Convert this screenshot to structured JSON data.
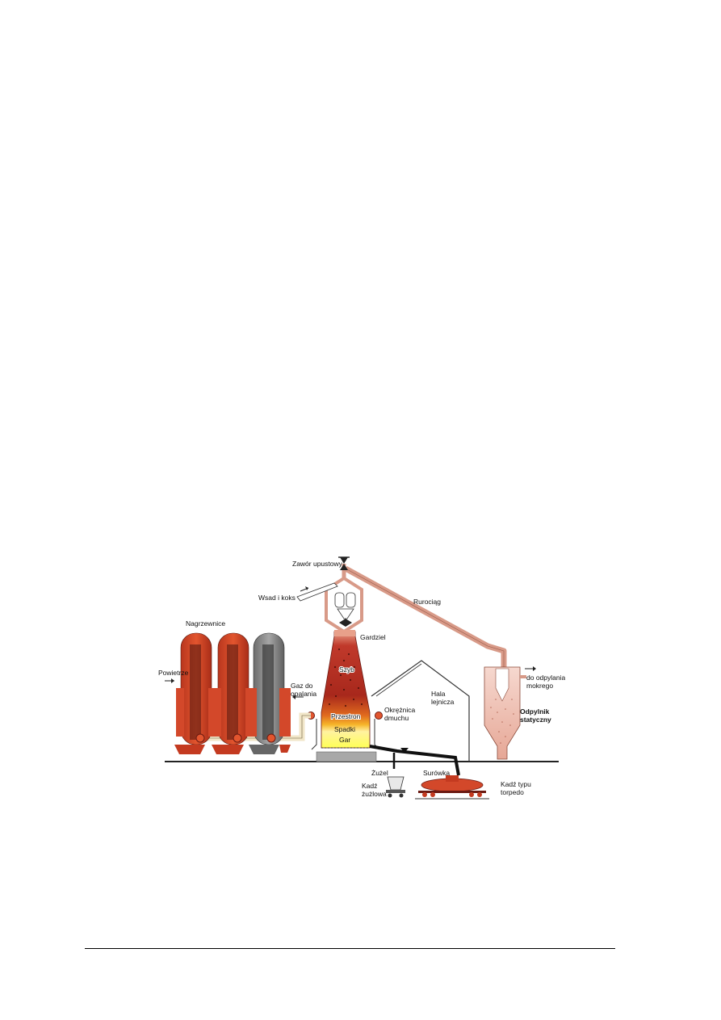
{
  "figure": {
    "labels": {
      "zawor": "Zawór upustowy",
      "wsad": "Wsad i koks",
      "rurociag": "Rurociąg",
      "nagrzewnice": "Nagrzewnice",
      "gardziel": "Gardziel",
      "powietrze": "Powietrze",
      "szyb": "Szyb",
      "gaz1": "Gaz do",
      "gaz2": "opalania",
      "hala1": "Hala",
      "hala2": "lejnicza",
      "odpylanie1": "do odpylania",
      "odpylanie2": "mokrego",
      "przestron": "Przestron",
      "okreznica1": "Okrężnica",
      "okreznica2": "dmuchu",
      "spadki": "Spadki",
      "gar": "Gar",
      "odpylnik1": "Odpylnik",
      "odpylnik2": "statyczny",
      "zuzel": "Żużel",
      "surowka": "Surówka",
      "kadz_zuzlowa1": "Kadź",
      "kadz_zuzlowa2": "żużlowa",
      "kadz_torpedo1": "Kadź typu",
      "kadz_torpedo2": "torpedo"
    }
  }
}
